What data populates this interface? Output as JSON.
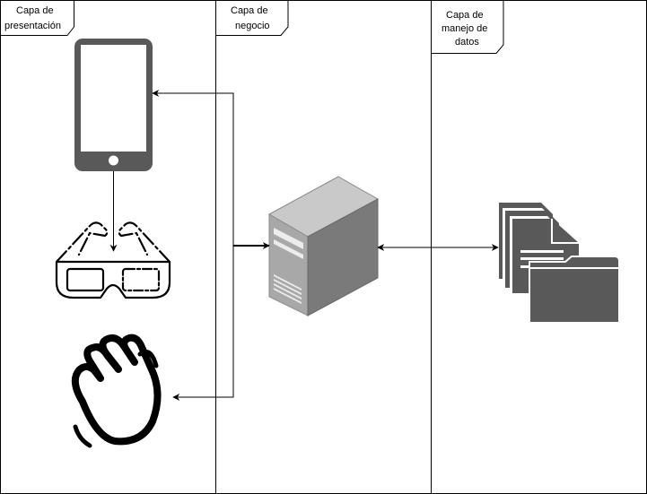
{
  "lanes": [
    {
      "line1": "Capa de",
      "line2": "presentación",
      "line3": ""
    },
    {
      "line1": "Capa de",
      "line2": "negocio",
      "line3": ""
    },
    {
      "line1": "Capa de",
      "line2": "manejo de",
      "line3": "datos"
    }
  ],
  "icons": {
    "phone": "smartphone-icon",
    "vr": "3d-glasses-icon",
    "hand": "waving-hand-icon",
    "server": "server-tower-icon",
    "data": "documents-folder-icon"
  },
  "colors": {
    "line": "#000000",
    "device_dark": "#595959",
    "server_light": "#c9c9c9",
    "server_mid": "#a8a8a8",
    "server_dark": "#7a7a7a"
  }
}
